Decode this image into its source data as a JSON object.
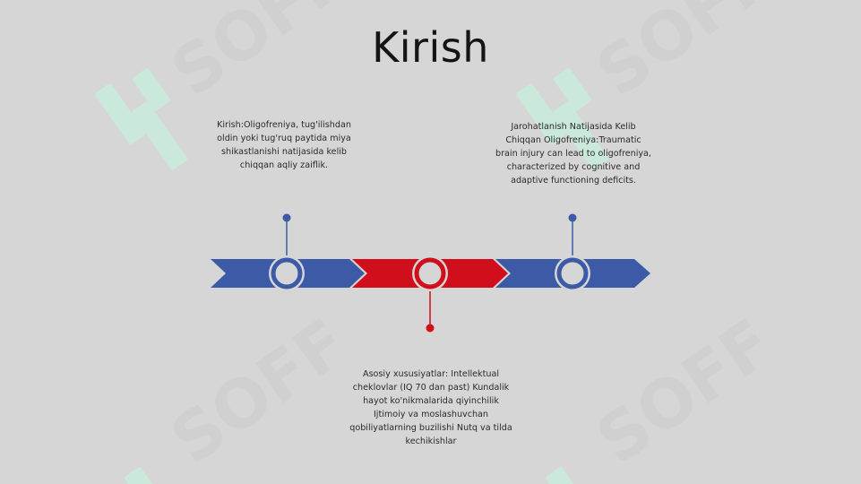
{
  "slide": {
    "title": "Kirish",
    "watermark_text": "SOFF",
    "colors": {
      "background": "#d6d6d6",
      "blue": "#3d5aa6",
      "red": "#d10f1c",
      "watermark_green": "#c9ebdc"
    },
    "events": [
      {
        "text": "Kirish:Oligofreniya, tug'ilishdan oldin yoki tug'ruq paytida miya shikastlanishi natijasida kelib chiqqan aqliy zaiflik.",
        "color": "blue",
        "marker_side": "top"
      },
      {
        "text": "Asosiy xususiyatlar: Intellektual cheklovlar (IQ 70 dan past) Kundalik hayot ko'nikmalarida qiyinchilik Ijtimoiy va moslashuvchan qobiliyatlarning buzilishi Nutq va tilda kechikishlar",
        "color": "red",
        "marker_side": "bottom"
      },
      {
        "text": "Jarohatlanish Natijasida Kelib Chiqqan Oligofreniya:Traumatic brain injury can lead to oligofreniya, characterized by cognitive and adaptive functioning deficits.",
        "color": "blue",
        "marker_side": "top"
      }
    ]
  }
}
